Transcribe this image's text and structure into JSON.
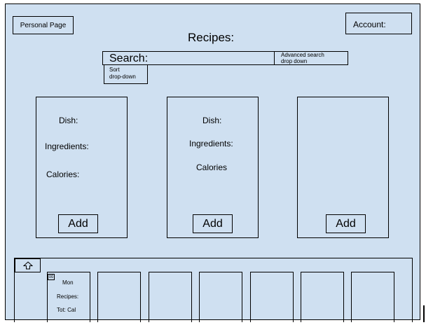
{
  "header": {
    "personal_page_label": "Personal Page",
    "account_label": "Account:",
    "title": "Recipes:"
  },
  "search": {
    "label": "Search:",
    "advanced_line1": "Advanced search",
    "advanced_line2": "drop down",
    "sort_line1": "Sort",
    "sort_line2": "drop-down"
  },
  "cards": [
    {
      "dish": "Dish:",
      "ingredients": "Ingredients:",
      "calories": "Calories:",
      "add_label": "Add"
    },
    {
      "dish": "Dish:",
      "ingredients": "Ingredients:",
      "calories": "Calories",
      "add_label": "Add"
    },
    {
      "add_label": "Add"
    }
  ],
  "planner": {
    "home_icon": "home-up-arrow-icon",
    "close_icon": "close-x-icon",
    "close_glyph": "☒",
    "day_label": "Mon",
    "recipes_label": "Recipes:",
    "total_label": "Tot: Cal"
  }
}
